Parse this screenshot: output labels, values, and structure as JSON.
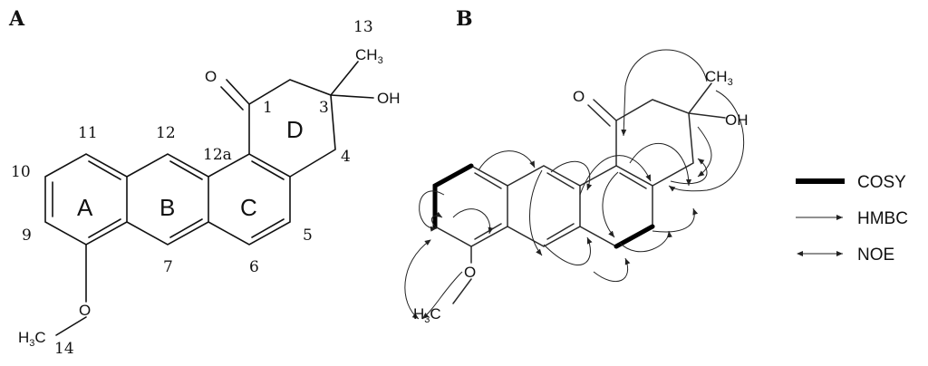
{
  "panels": {
    "a": "A",
    "b": "B"
  },
  "rings": {
    "a": "A",
    "b": "B",
    "c": "C",
    "d": "D"
  },
  "positions": {
    "p1": "1",
    "p3": "3",
    "p4": "4",
    "p5": "5",
    "p6": "6",
    "p7": "7",
    "p9": "9",
    "p10": "10",
    "p11": "11",
    "p12": "12",
    "p12a": "12a",
    "p13": "13",
    "p14": "14"
  },
  "atoms": {
    "oxo": "O",
    "hydroxyl": "OH",
    "methyl_ch": "CH",
    "methyl_sub": "3",
    "ether_o": "O",
    "methoxy_h": "H",
    "methoxy_sub": "3",
    "methoxy_c": "C"
  },
  "legend": {
    "cosy": "COSY",
    "hmbc": "HMBC",
    "noe": "NOE"
  }
}
